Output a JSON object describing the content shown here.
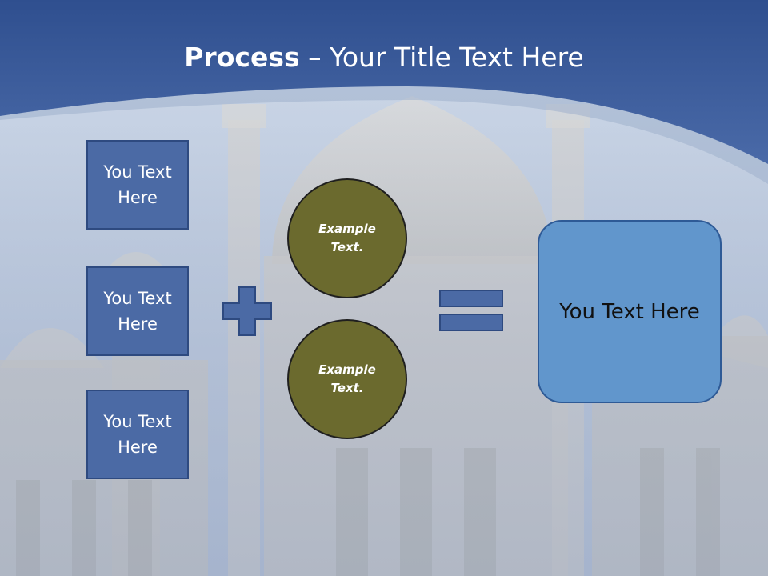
{
  "title": {
    "bold": "Process",
    "rest": " – Your Title Text Here"
  },
  "left_boxes": [
    {
      "label": "You Text Here"
    },
    {
      "label": "You Text Here"
    },
    {
      "label": "You Text Here"
    }
  ],
  "circles": [
    {
      "label": "Example Text."
    },
    {
      "label": "Example Text."
    }
  ],
  "result": {
    "label": "You Text Here"
  },
  "colors": {
    "header": "#3f5f9c",
    "box_fill": "#4b6aa5",
    "circle_fill": "#6b6a2e",
    "result_fill": "#6196cc",
    "operator_fill": "#4b6aa5"
  }
}
